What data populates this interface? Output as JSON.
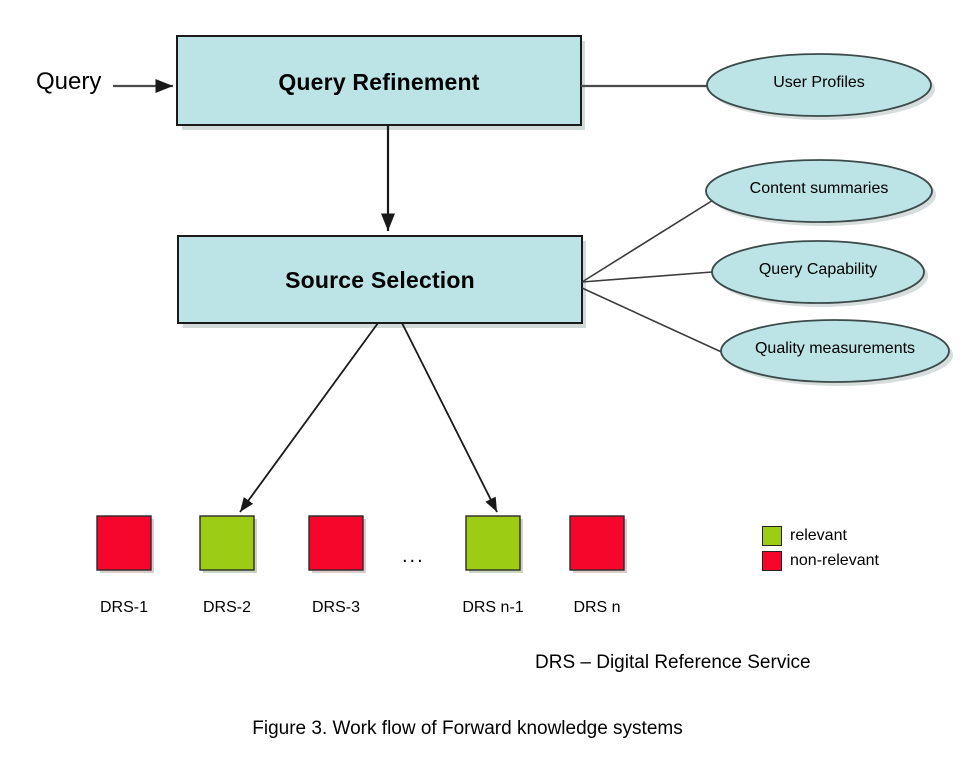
{
  "figure": {
    "caption": "Figure 3. Work flow of Forward knowledge systems",
    "footnote": "DRS – Digital Reference Service",
    "ellipsis": "..."
  },
  "colors": {
    "node_fill": "#bce3e5",
    "node_stroke": "#1a1a1a",
    "ellipse_fill": "#bce3e5",
    "ellipse_stroke": "#3c4a4a",
    "relevant": "#9ccc14",
    "non_relevant": "#f7062c",
    "connector": "#4a4a4a",
    "arrow": "#1a1a1a",
    "text": "#000000",
    "background": "#ffffff"
  },
  "input": {
    "label": "Query"
  },
  "process_nodes": [
    {
      "id": "query-refinement",
      "label": "Query Refinement"
    },
    {
      "id": "source-selection",
      "label": "Source Selection"
    }
  ],
  "knowledge_sources": [
    {
      "id": "user-profiles",
      "label": "User Profiles",
      "connects_to": "query-refinement"
    },
    {
      "id": "content-summaries",
      "label": "Content summaries",
      "connects_to": "source-selection"
    },
    {
      "id": "query-capability",
      "label": "Query Capability",
      "connects_to": "source-selection"
    },
    {
      "id": "quality-measurements",
      "label": "Quality measurements",
      "connects_to": "source-selection"
    }
  ],
  "drs_items": [
    {
      "label": "DRS-1",
      "state": "non-relevant",
      "selected": false
    },
    {
      "label": "DRS-2",
      "state": "relevant",
      "selected": true
    },
    {
      "label": "DRS-3",
      "state": "non-relevant",
      "selected": false
    },
    {
      "label": "DRS n-1",
      "state": "relevant",
      "selected": true
    },
    {
      "label": "DRS n",
      "state": "non-relevant",
      "selected": false
    }
  ],
  "legend": {
    "items": [
      {
        "label": "relevant",
        "color": "#9ccc14"
      },
      {
        "label": "non-relevant",
        "color": "#f7062c"
      }
    ]
  }
}
